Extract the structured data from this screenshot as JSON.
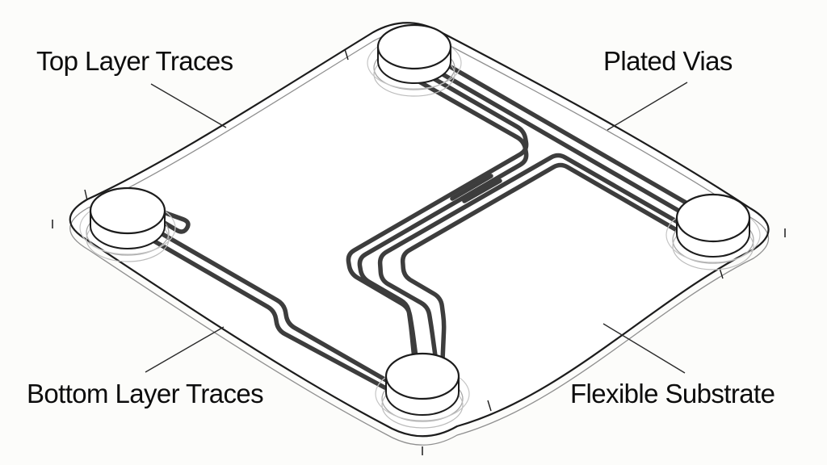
{
  "diagram": {
    "type": "technical-line-illustration",
    "subject": "Flexible PCB construction diagram",
    "labels": {
      "top_layer_traces": "Top Layer Traces",
      "plated_vias": "Plated Vias",
      "bottom_layer_traces": "Bottom Layer Traces",
      "flexible_substrate": "Flexible Substrate"
    },
    "colors": {
      "background": "#fcfcfa",
      "ink": "#1c1c1c",
      "trace": "#3d3d3d",
      "hidden_line": "#8f8f8f",
      "leader": "#2a2a2a"
    }
  }
}
